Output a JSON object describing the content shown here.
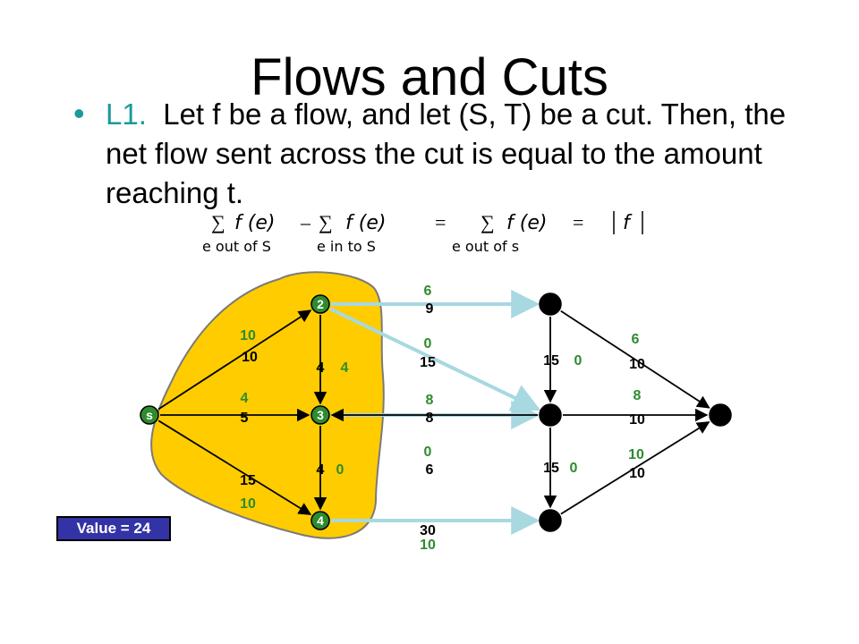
{
  "slide": {
    "title": "Flows and Cuts",
    "bullet_lead": "L1.",
    "bullet_text": "Let f be a flow, and let (S, T) be a cut. Then, the net flow sent across the cut is equal to the amount reaching t.",
    "formula": {
      "sum_symbol": "∑",
      "t1": "f (e)",
      "minus": "–",
      "t2": "f (e)",
      "eq": "=",
      "t3": "f (e)",
      "abs_f": "f",
      "sub1": "e out of S",
      "sub2": "e in to S",
      "sub3": "e out of s"
    },
    "value_label": "Value = 24"
  },
  "colors": {
    "region_fill": "#ffcc00",
    "region_stroke": "#7a7a7a",
    "node_green": "#2e8b2e",
    "node_black": "#000000",
    "flow_text": "#2e8b2e",
    "capacity_text": "#000000",
    "cut_edge": "#a8d8e0",
    "value_box": "#3333a6"
  },
  "nodes": [
    {
      "id": "s",
      "label": "s",
      "fill": "green"
    },
    {
      "id": "2",
      "label": "2",
      "fill": "green"
    },
    {
      "id": "3",
      "label": "3",
      "fill": "green"
    },
    {
      "id": "4",
      "label": "4",
      "fill": "green"
    },
    {
      "id": "5",
      "label": "",
      "fill": "black"
    },
    {
      "id": "6",
      "label": "",
      "fill": "black"
    },
    {
      "id": "7",
      "label": "",
      "fill": "black"
    },
    {
      "id": "t",
      "label": "",
      "fill": "black"
    }
  ],
  "edges": [
    {
      "from": "s",
      "to": "2",
      "capacity": "10",
      "flow": "10",
      "crosses_cut": false
    },
    {
      "from": "s",
      "to": "3",
      "capacity": "5",
      "flow": "4",
      "crosses_cut": false
    },
    {
      "from": "s",
      "to": "4",
      "capacity": "15",
      "flow": "10",
      "crosses_cut": false
    },
    {
      "from": "2",
      "to": "3",
      "capacity": "4",
      "flow": "4",
      "crosses_cut": false
    },
    {
      "from": "3",
      "to": "4",
      "capacity": "4",
      "flow": "0",
      "crosses_cut": false
    },
    {
      "from": "2",
      "to": "5",
      "capacity": "9",
      "flow": "6",
      "crosses_cut": true
    },
    {
      "from": "2",
      "to": "6",
      "capacity": "15",
      "flow": "0",
      "crosses_cut": true
    },
    {
      "from": "3",
      "to": "6",
      "capacity": "8",
      "flow": "8",
      "crosses_cut": true
    },
    {
      "from": "6",
      "to": "3",
      "capacity": "6",
      "flow": "0",
      "crosses_cut": false
    },
    {
      "from": "4",
      "to": "7",
      "capacity": "30",
      "flow": "10",
      "crosses_cut": true
    },
    {
      "from": "5",
      "to": "6",
      "capacity": "15",
      "flow": "0",
      "crosses_cut": false
    },
    {
      "from": "6",
      "to": "7",
      "capacity": "15",
      "flow": "0",
      "crosses_cut": false
    },
    {
      "from": "5",
      "to": "t",
      "capacity": "10",
      "flow": "6",
      "crosses_cut": false
    },
    {
      "from": "6",
      "to": "t",
      "capacity": "10",
      "flow": "8",
      "crosses_cut": false
    },
    {
      "from": "7",
      "to": "t",
      "capacity": "10",
      "flow": "10",
      "crosses_cut": false
    }
  ]
}
